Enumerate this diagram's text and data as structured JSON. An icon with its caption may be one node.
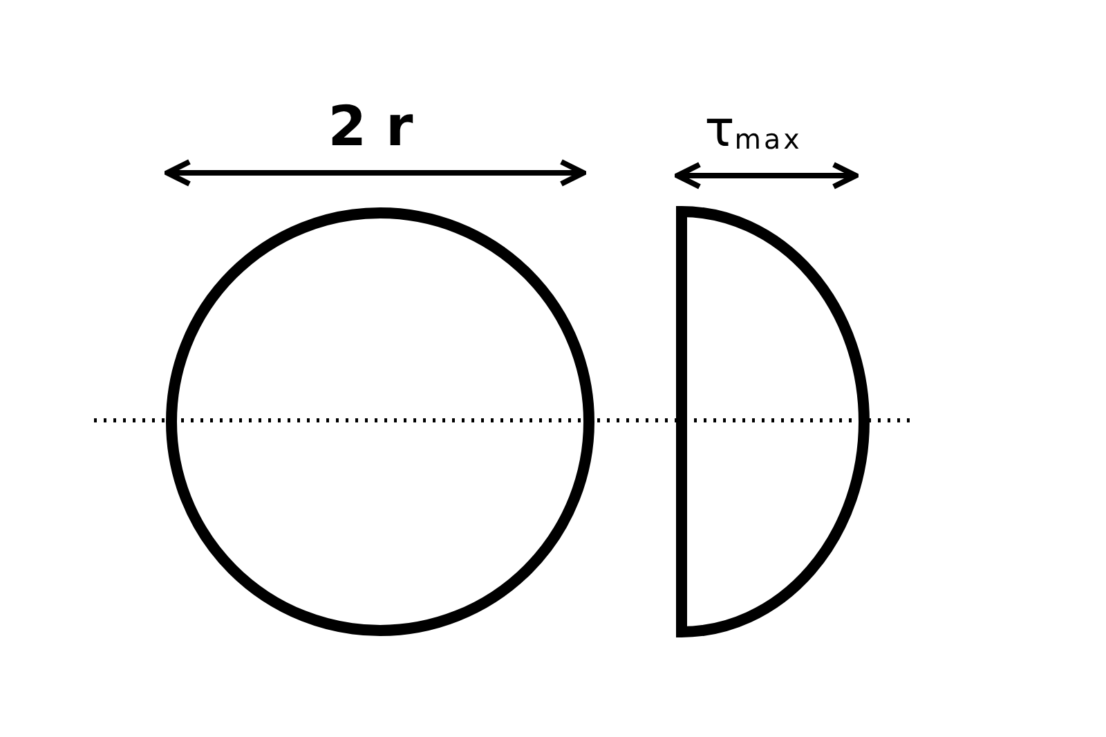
{
  "diagram": {
    "nodes": [
      {
        "text": [],
        "shape": "circle"
      },
      {
        "text": [],
        "shape": "semicircle"
      }
    ],
    "labels": [
      "2 r",
      "τ$_{max}$"
    ]
  }
}
